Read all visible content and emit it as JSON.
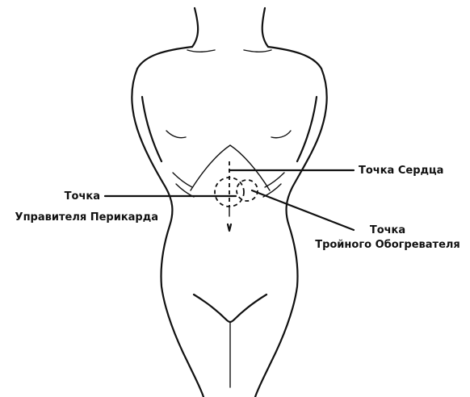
{
  "labels": {
    "heart_point": "Точка Сердца",
    "pericardium_point_line1": "Точка",
    "pericardium_point_line2": "Управителя Перикарда",
    "triple_warmer_point_line1": "Точка",
    "triple_warmer_point_line2": "Тройного Обогревателя"
  }
}
